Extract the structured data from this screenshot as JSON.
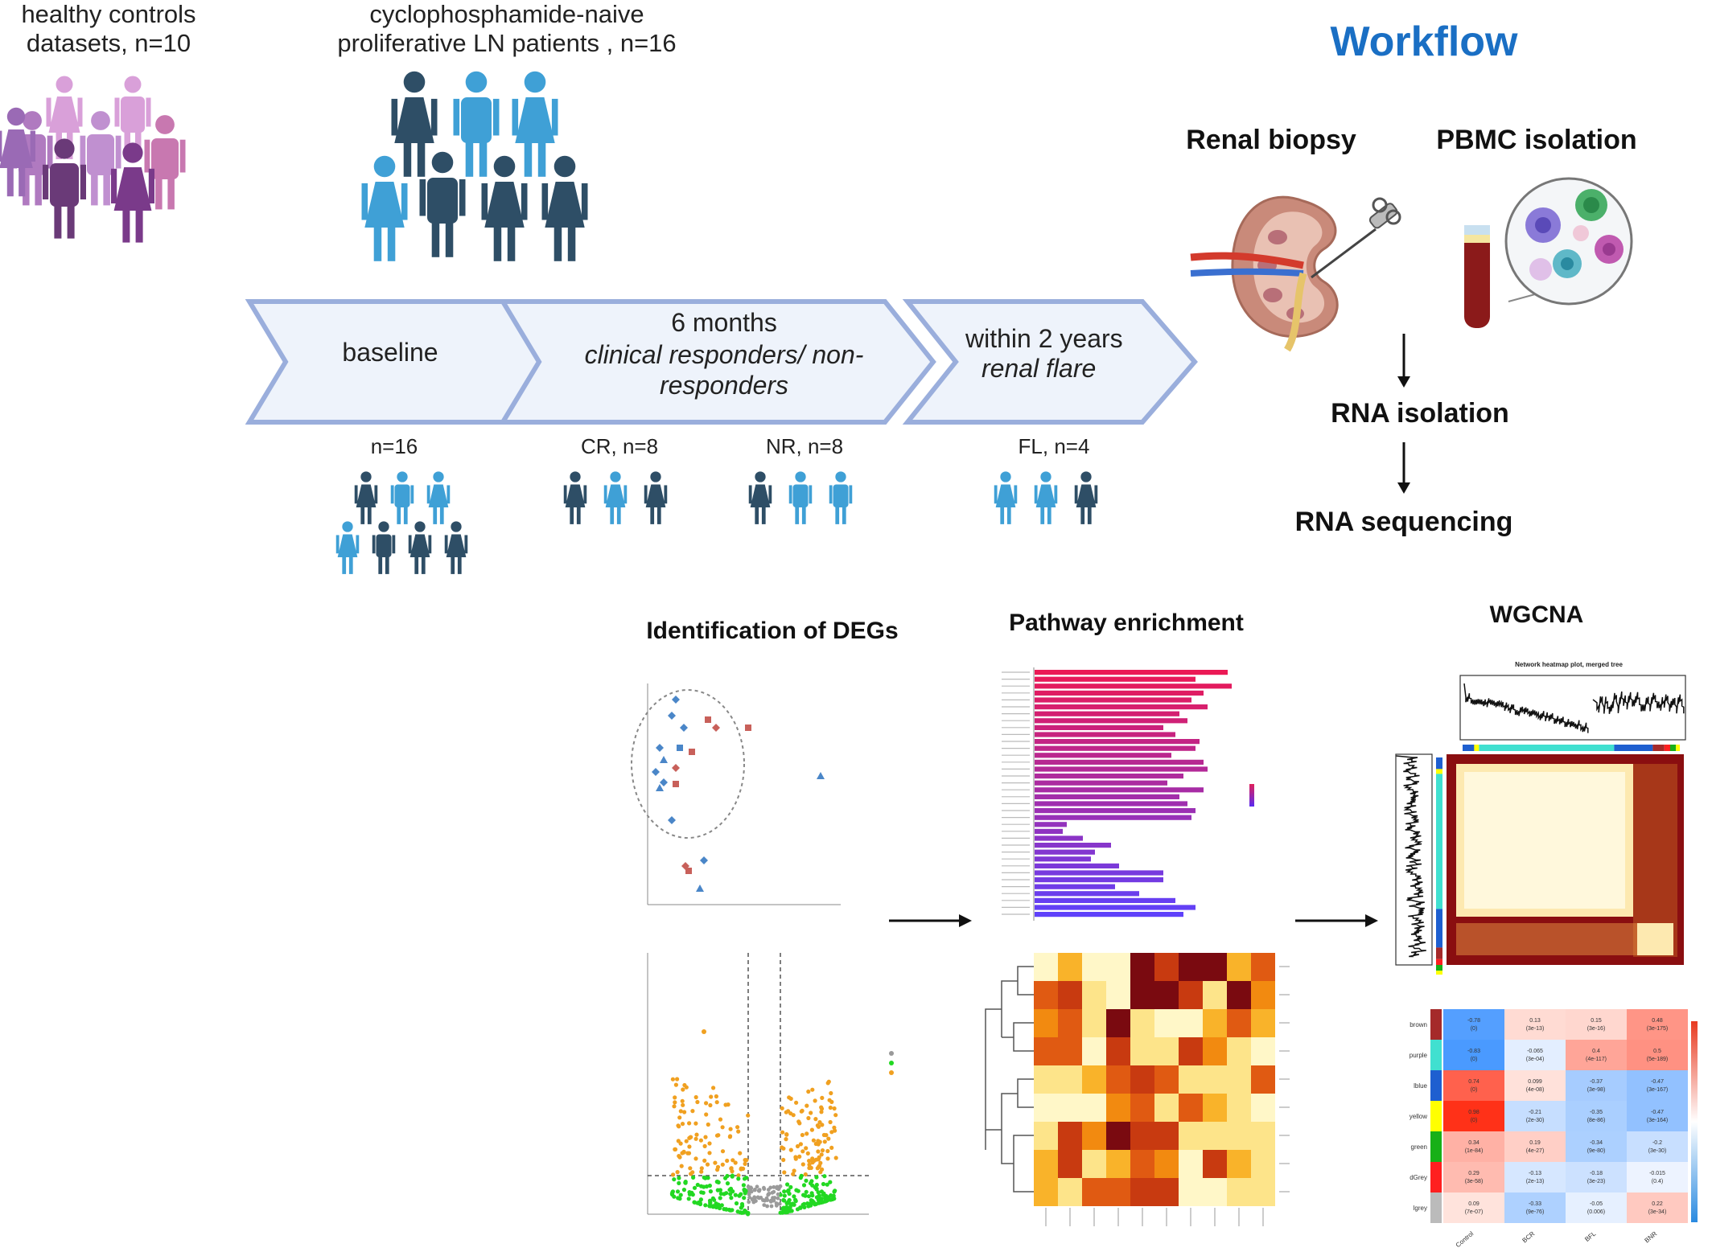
{
  "title": "Workflow",
  "cohorts": {
    "healthy": "healthy controls\ndatasets, n=10",
    "patients": "cyclophosphamide-naive\nproliferative LN patients , n=16"
  },
  "timeline": {
    "stages": [
      {
        "label": "baseline",
        "sub": ""
      },
      {
        "label": "6 months",
        "sub": "clinical responders/ non-\nresponders"
      },
      {
        "label": "within 2 years",
        "sub": "renal flare"
      }
    ],
    "groups": [
      {
        "label": "n=16"
      },
      {
        "label": "CR, n=8"
      },
      {
        "label": "NR, n=8"
      },
      {
        "label": "FL, n=4"
      }
    ]
  },
  "samples": {
    "renal": "Renal biopsy",
    "pbmc": "PBMC isolation",
    "steps": [
      "RNA isolation",
      "RNA sequencing"
    ]
  },
  "analyses": {
    "degs": "Identification of DEGs",
    "pathway": "Pathway enrichment",
    "wgcna": "WGCNA",
    "network_title": "Network heatmap plot, merged tree"
  },
  "module_trait": {
    "modules": [
      {
        "name": "brown",
        "color": "#a52a2a"
      },
      {
        "name": "purple",
        "color": "#40e0d0"
      },
      {
        "name": "lblue",
        "color": "#1e5fd0"
      },
      {
        "name": "yellow",
        "color": "#ffff00"
      },
      {
        "name": "green",
        "color": "#18b018"
      },
      {
        "name": "dGrey",
        "color": "#ff2020"
      },
      {
        "name": "lgrey",
        "color": "#bbbbbb"
      }
    ],
    "traits": [
      "Control",
      "BCR",
      "BFL",
      "BNR"
    ],
    "values": [
      [
        -0.78,
        0.13,
        0.15,
        0.48
      ],
      [
        -0.83,
        -0.065,
        0.4,
        0.5
      ],
      [
        0.74,
        0.099,
        -0.37,
        -0.47
      ],
      [
        0.98,
        -0.21,
        -0.35,
        -0.47
      ],
      [
        0.34,
        0.19,
        -0.34,
        -0.2
      ],
      [
        0.29,
        -0.13,
        -0.18,
        -0.015
      ],
      [
        0.09,
        -0.33,
        -0.05,
        0.22
      ]
    ],
    "pvals": [
      [
        "(0)",
        "(3e-13)",
        "(3e-16)",
        "(3e-175)"
      ],
      [
        "(0)",
        "(3e-04)",
        "(4e-117)",
        "(5e-189)"
      ],
      [
        "(0)",
        "(4e-08)",
        "(3e-98)",
        "(3e-167)"
      ],
      [
        "(0)",
        "(2e-30)",
        "(8e-86)",
        "(3e-164)"
      ],
      [
        "(1e-84)",
        "(4e-27)",
        "(9e-80)",
        "(3e-30)"
      ],
      [
        "(3e-58)",
        "(2e-13)",
        "(3e-23)",
        "(0.4)"
      ],
      [
        "(7e-07)",
        "(9e-76)",
        "(0.006)",
        "(3e-34)"
      ]
    ]
  },
  "colors": {
    "title": "#1a6fc4",
    "chevron_fill": "#eef3fb",
    "chevron_stroke": "#9aaedc",
    "dark_figure": "#2e4e66",
    "light_figure": "#3fa0d6",
    "healthy_figure": "#a05aa8"
  }
}
